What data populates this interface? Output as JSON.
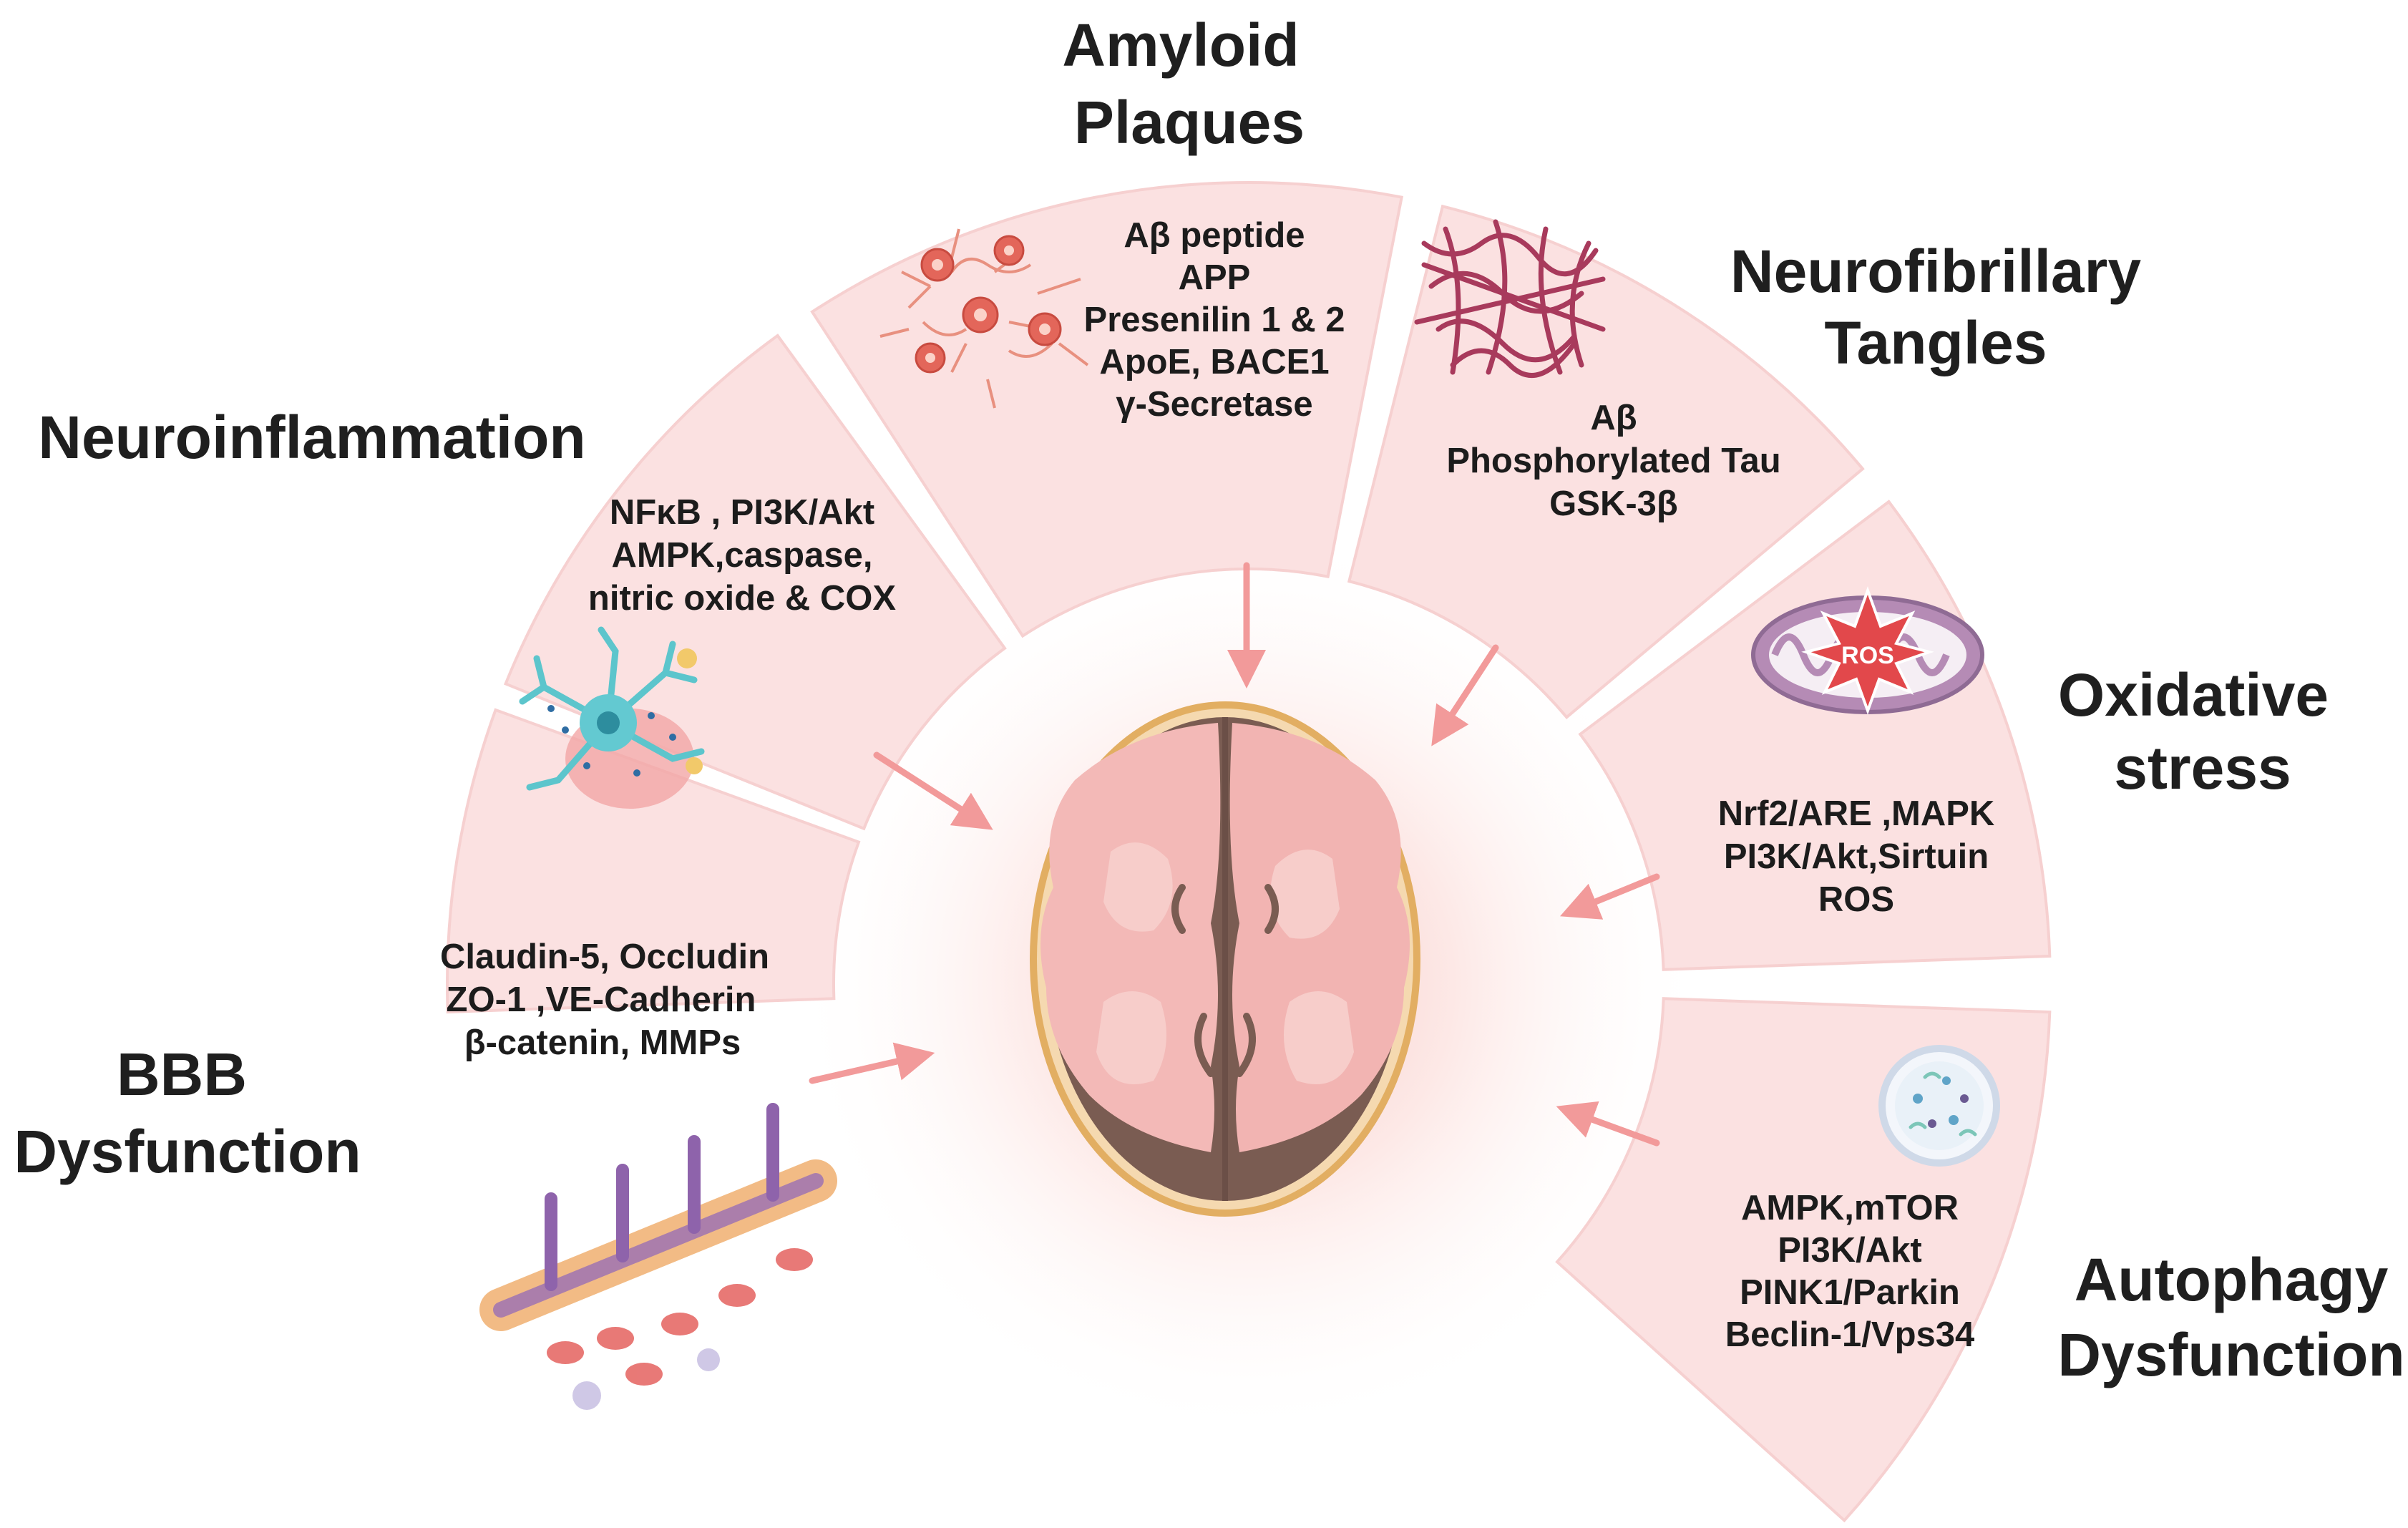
{
  "panels": {
    "amyloid": {
      "title": [
        "Amyloid",
        "Plaques"
      ],
      "factors": [
        "Aβ peptide",
        "APP",
        "Presenilin 1 & 2",
        "ApoE, BACE1",
        "γ-Secretase"
      ]
    },
    "tangles": {
      "title": [
        "Neurofibrillary",
        "Tangles"
      ],
      "factors": [
        "Aβ",
        "Phosphorylated Tau",
        "GSK-3β"
      ]
    },
    "neuroinflammation": {
      "title": [
        "Neuroinflammation"
      ],
      "factors": [
        "NFκB , PI3K/Akt",
        "AMPK,caspase,",
        "nitric oxide & COX"
      ]
    },
    "oxidative": {
      "title": [
        "Oxidative",
        "stress"
      ],
      "factors": [
        "Nrf2/ARE ,MAPK",
        "PI3K/Akt,Sirtuin",
        "ROS"
      ],
      "icon_label": "ROS"
    },
    "bbb": {
      "title": [
        "BBB",
        "Dysfunction"
      ],
      "factors": [
        "Claudin-5, Occludin",
        "ZO-1  ,VE-Cadherin",
        "β-catenin, MMPs"
      ]
    },
    "autophagy": {
      "title": [
        "Autophagy",
        "Dysfunction"
      ],
      "factors": [
        "AMPK,mTOR",
        "PI3K/Akt",
        "PINK1/Parkin",
        "Beclin-1/Vps34"
      ]
    }
  },
  "colors": {
    "panel_fill": "#fbe1e1",
    "panel_edge": "#f6d0d0",
    "arrow": "#f29a9a",
    "text": "#1c1c1c",
    "brain_tissue": "#f4c2c0",
    "brain_edge": "#8c6e60",
    "skull": "#e8b46a",
    "glow": "#fbd3cf"
  },
  "icons": {
    "amyloid": "amyloid-plaque-cluster-icon",
    "tangles": "tau-tangle-fibers-icon",
    "neuroinflammation": "microglia-cell-icon",
    "oxidative": "mitochondrion-ros-icon",
    "bbb": "blood-vessel-endothelium-icon",
    "autophagy": "petri-dish-icon",
    "center": "brain-axial-section-icon"
  }
}
